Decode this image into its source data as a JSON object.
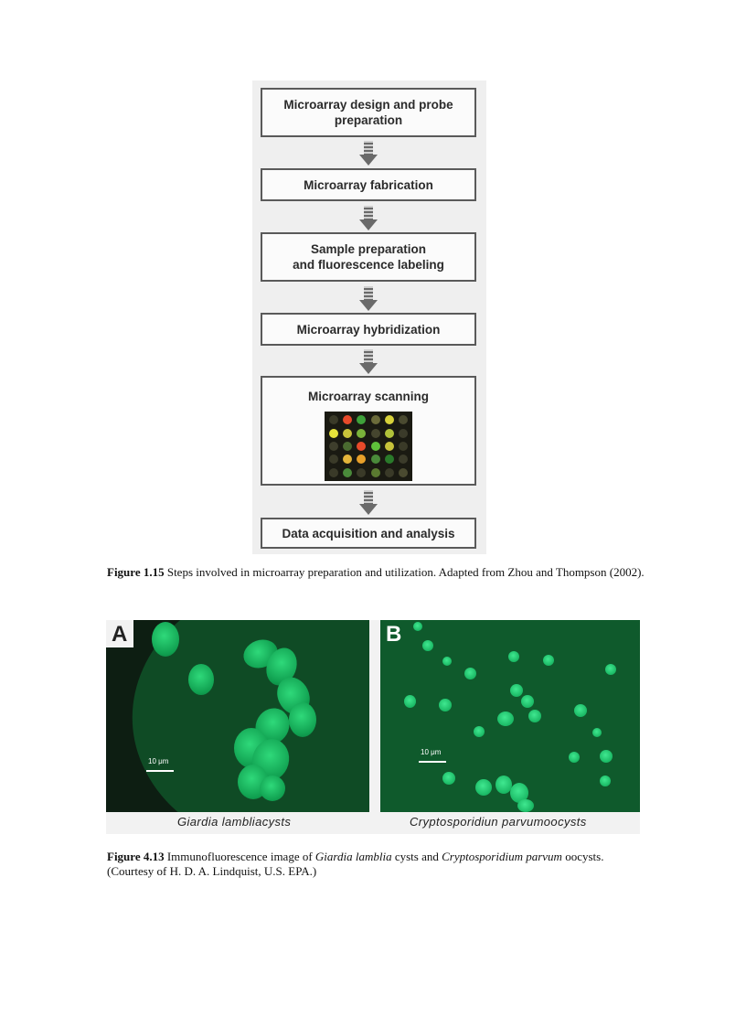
{
  "figure1": {
    "steps": [
      "Microarray design and probe\npreparation",
      "Microarray fabrication",
      "Sample preparation\nand fluorescence labeling",
      "Microarray hybridization",
      "Microarray scanning",
      "Data acquisition and analysis"
    ],
    "caption_label": "Figure 1.15",
    "caption_text": " Steps involved in microarray preparation and utilization. Adapted from Zhou and Thompson (2002).",
    "spot_colors": [
      "#3a3a28",
      "#e84a2a",
      "#3fa23a",
      "#6b6b3a",
      "#d8d23a",
      "#4a4a30",
      "#e7e33a",
      "#c9c43a",
      "#7ab33a",
      "#45452e",
      "#b0c23a",
      "#3b3b2a",
      "#3e3e2c",
      "#4a6a30",
      "#e84a2a",
      "#5fc03a",
      "#c7c23a",
      "#3a3a28",
      "#3a3a28",
      "#e3b43a",
      "#e8a02a",
      "#4a8a3a",
      "#2a7a2a",
      "#3b3b2a",
      "#3a3a28",
      "#4a8a3a",
      "#3a3a28",
      "#5a7a30",
      "#3a3a28",
      "#4a4a30"
    ]
  },
  "figure2": {
    "panel_a_letter": "A",
    "panel_b_letter": "B",
    "scale_a": "10 μm",
    "scale_b": "10 μm",
    "label_a": "Giardia lambliacysts",
    "label_b": "Cryptosporidiun parvumoocysts",
    "caption_label": "Figure 4.13",
    "caption_part1": " Immunofluorescence image of ",
    "caption_italic1": "Giardia lamblia",
    "caption_part2": " cysts and ",
    "caption_italic2": "Cryptosporidium parvum",
    "caption_part3": " oocysts.",
    "caption_line2": "(Courtesy of H. D. A. Lindquist, U.S. EPA.)"
  }
}
